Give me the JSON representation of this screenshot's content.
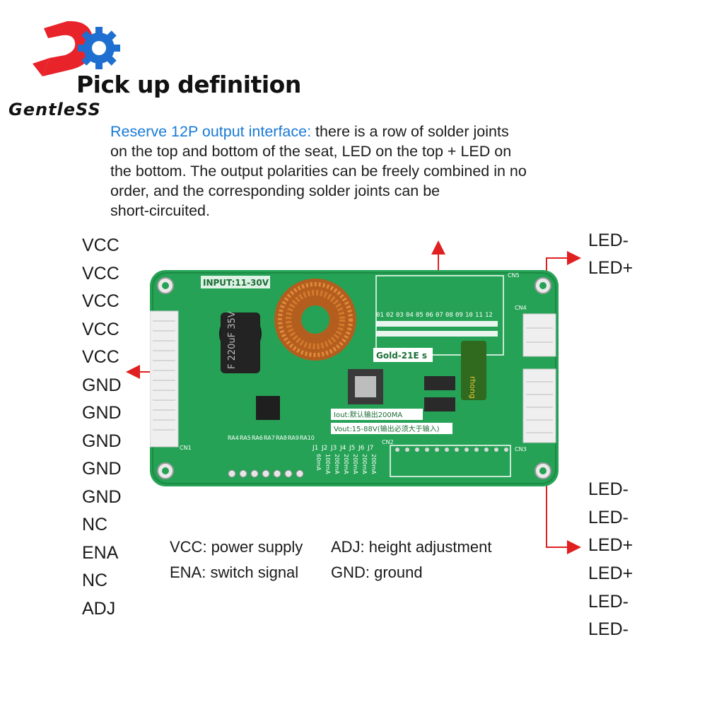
{
  "header": {
    "title": "Pick up definition",
    "brand": "GentleSS"
  },
  "description": {
    "highlight": "Reserve 12P output interface:",
    "lines": [
      " there is a row of solder joints",
      "on the top and bottom of the seat, LED on the top + LED on",
      "the bottom. The output polarities can be freely combined in no",
      "order, and the corresponding solder joints can be",
      "short-circuited."
    ]
  },
  "left_pins": [
    "VCC",
    "VCC",
    "VCC",
    "VCC",
    "VCC",
    "GND",
    "GND",
    "GND",
    "GND",
    "GND",
    "NC",
    "ENA",
    "NC",
    "ADJ"
  ],
  "right_top_pins": [
    "LED-",
    "LED+"
  ],
  "right_bottom_pins": [
    "LED-",
    "LED-",
    "LED+",
    "LED+",
    "LED-",
    "LED-"
  ],
  "legend": {
    "vcc": "VCC: power supply",
    "adj": "ADJ: height adjustment",
    "ena": "ENA: switch signal",
    "gnd": "GND: ground"
  },
  "board": {
    "input_label": "INPUT:11-30V",
    "model": "Gold-21E s",
    "iout": "Iout:默认输出200MA",
    "vout": "Vout:15-88V(输出必须大于输入)",
    "cap_label": "F 220uF 35V",
    "cap2_label": "rhong",
    "pin_numbers": [
      "01",
      "02",
      "03",
      "04",
      "05",
      "06",
      "07",
      "08",
      "09",
      "10",
      "11",
      "12"
    ],
    "jumpers": [
      "J1",
      "J2",
      "J3",
      "J4",
      "J5",
      "J6",
      "J7"
    ],
    "currents": [
      "60mA",
      "100mA",
      "200mA",
      "200mA",
      "200mA",
      "200mA",
      "200mA"
    ],
    "res_labels": [
      "RA4",
      "RA5",
      "RA6",
      "RA7",
      "RA8",
      "RA9",
      "RA10"
    ],
    "connectors": [
      "CN1",
      "CN2",
      "CN3",
      "CN4",
      "CN5"
    ]
  },
  "colors": {
    "pcb": "#25a255",
    "pcb_dark": "#16803d",
    "arrow": "#e02020",
    "highlight": "#1a7ad6",
    "copper": "#c8702a"
  }
}
